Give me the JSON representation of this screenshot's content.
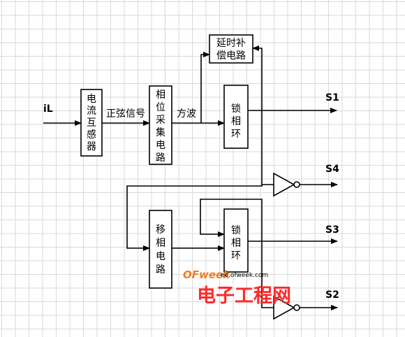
{
  "diagram": {
    "input_label": "iL",
    "signal_sine": "正弦信号",
    "signal_square": "方波",
    "outputs": [
      "S1",
      "S4",
      "S3",
      "S2"
    ],
    "blocks": {
      "current_transformer": [
        "电",
        "流",
        "互",
        "感",
        "器"
      ],
      "phase_acquisition": [
        "相",
        "位",
        "采",
        "集",
        "电",
        "路"
      ],
      "pll_1": [
        "锁",
        "相",
        "环"
      ],
      "delay_comp": [
        "延时补",
        "偿电路"
      ],
      "phase_shift": [
        "移",
        "相",
        "电",
        "路"
      ],
      "pll_2": [
        "锁",
        "相",
        "环"
      ]
    }
  },
  "watermark": {
    "brand": "OFweek",
    "site": "ee.ofweek.com",
    "title": "电子工程网",
    "brand_color": "#f07d1e",
    "title_color": "#ff2a2a"
  }
}
